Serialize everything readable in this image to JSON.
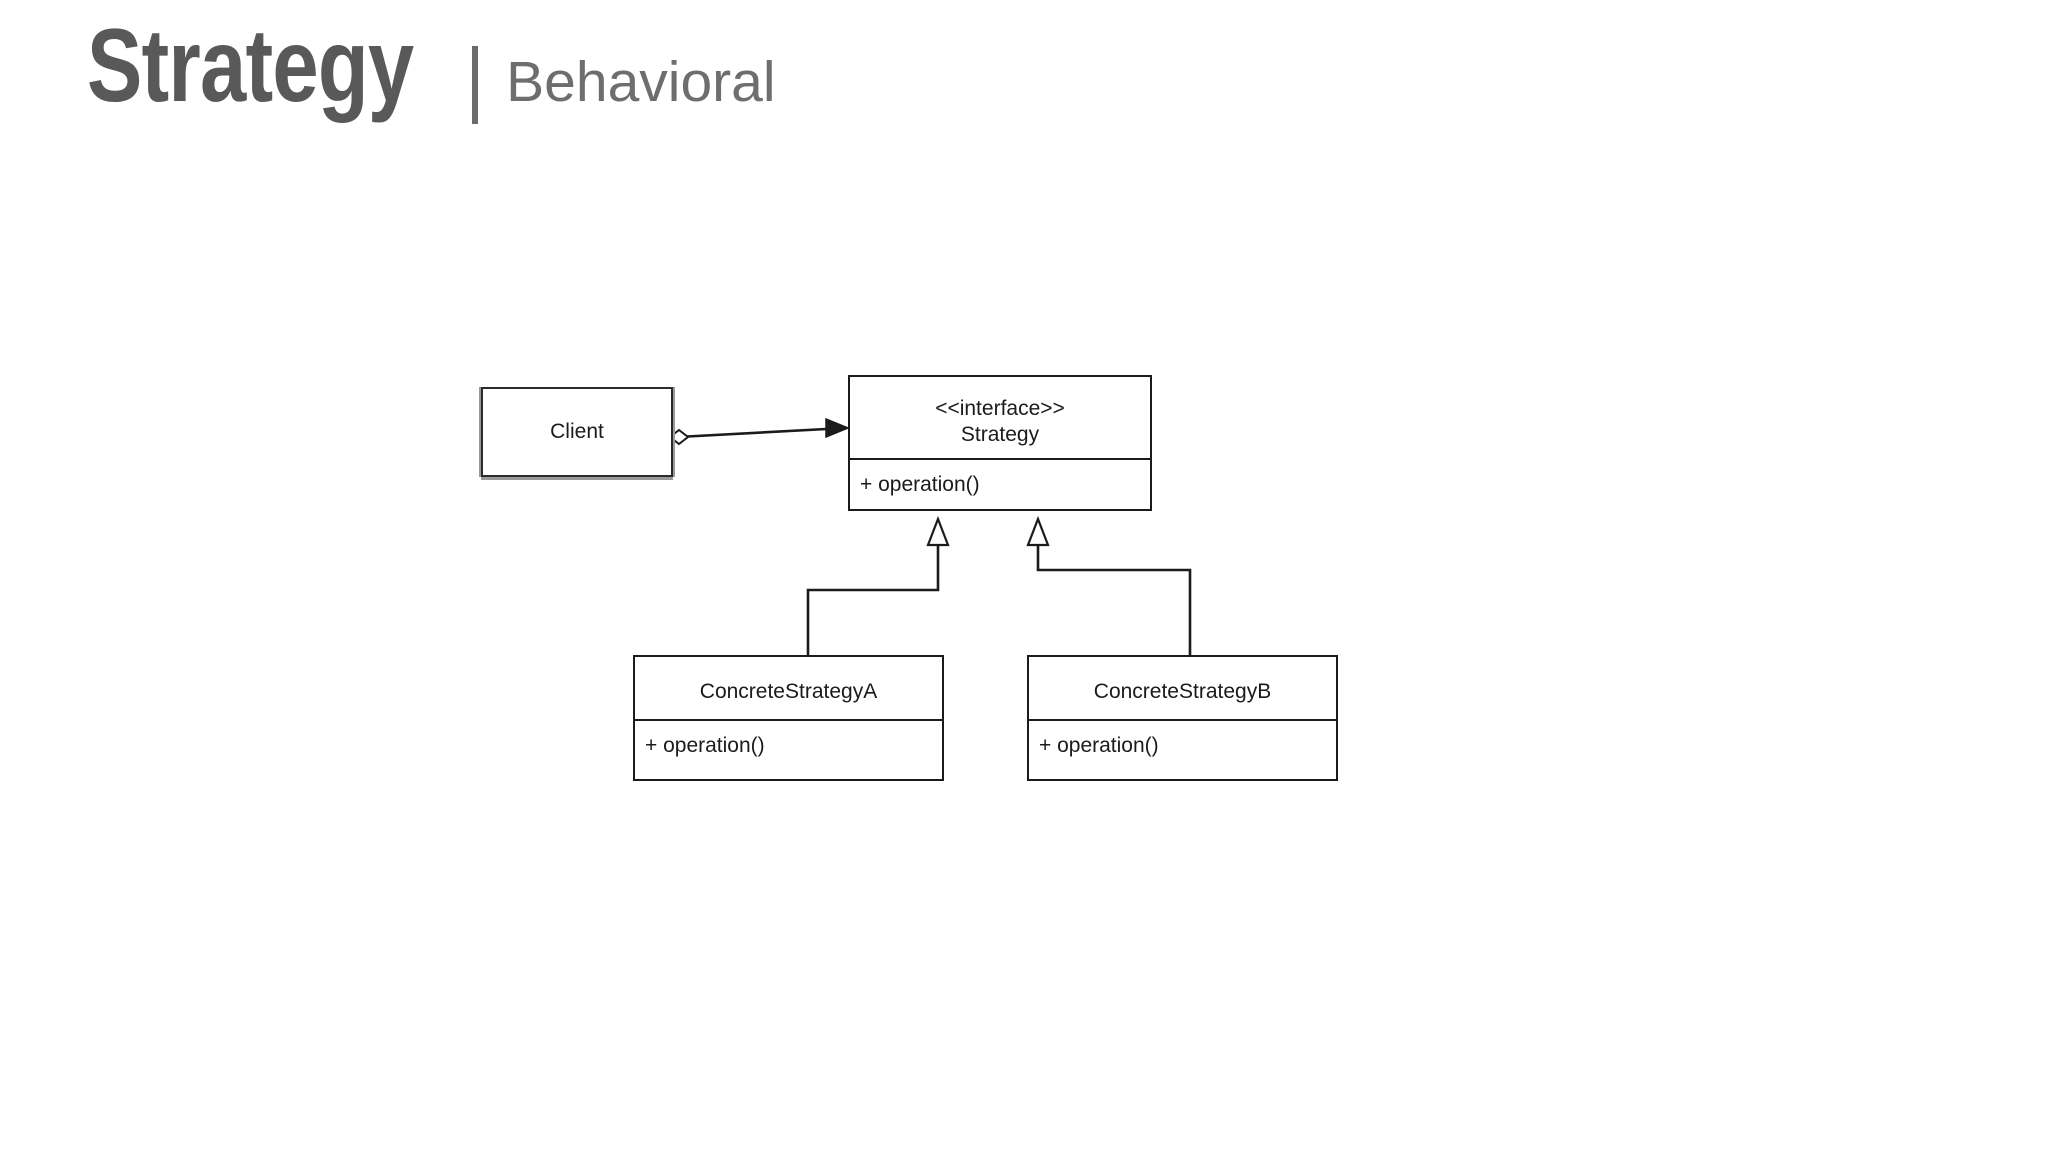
{
  "header": {
    "title": "Strategy",
    "separator": "|",
    "subtitle": "Behavioral",
    "title_color": "#595959",
    "subtitle_color": "#6e6e6e"
  },
  "diagram": {
    "type": "uml-class-diagram",
    "pattern": "Strategy",
    "category": "Behavioral",
    "line_color": "#1b1b1b",
    "fill_color": "#ffffff",
    "classes": [
      {
        "id": "client",
        "name": "Client",
        "stereotype": "",
        "members": [],
        "name_align": "center"
      },
      {
        "id": "strategy",
        "stereotype": "<<interface>>",
        "name": "Strategy",
        "members": [
          "+ operation()"
        ],
        "name_align": "center"
      },
      {
        "id": "concrete-a",
        "stereotype": "",
        "name": "ConcreteStrategyA",
        "members": [
          "+ operation()"
        ],
        "name_align": "center"
      },
      {
        "id": "concrete-b",
        "stereotype": "",
        "name": "ConcreteStrategyB",
        "members": [
          "+ operation()"
        ],
        "name_align": "center"
      }
    ],
    "relationships": [
      {
        "id": "client-strategy",
        "from": "client",
        "to": "strategy",
        "type": "aggregation",
        "source_marker": "hollow-diamond",
        "target_marker": "filled-arrow",
        "label": ""
      },
      {
        "id": "a-strategy",
        "from": "concrete-a",
        "to": "strategy",
        "type": "generalization",
        "source_marker": "none",
        "target_marker": "hollow-triangle",
        "label": ""
      },
      {
        "id": "b-strategy",
        "from": "concrete-b",
        "to": "strategy",
        "type": "generalization",
        "source_marker": "none",
        "target_marker": "hollow-triangle",
        "label": ""
      }
    ]
  }
}
